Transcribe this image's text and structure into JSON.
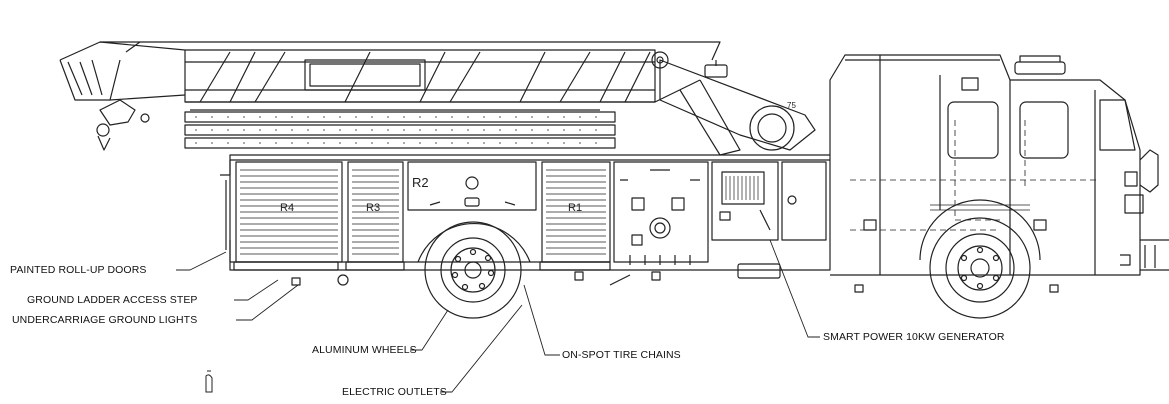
{
  "callouts": {
    "painted_doors": "PAINTED ROLL-UP DOORS",
    "ladder_step": "GROUND LADDER ACCESS STEP",
    "ground_lights": "UNDERCARRIAGE GROUND LIGHTS",
    "wheels": "ALUMINUM WHEELS",
    "outlets": "ELECTRIC OUTLETS",
    "tire_chains": "ON-SPOT TIRE CHAINS",
    "generator": "SMART POWER 10KW GENERATOR"
  },
  "compartments": {
    "r4": "R4",
    "r3": "R3",
    "r2": "R2",
    "r1": "R1"
  },
  "ladder_angle_mark": "75",
  "colors": {
    "line": "#222222",
    "background": "#ffffff"
  }
}
